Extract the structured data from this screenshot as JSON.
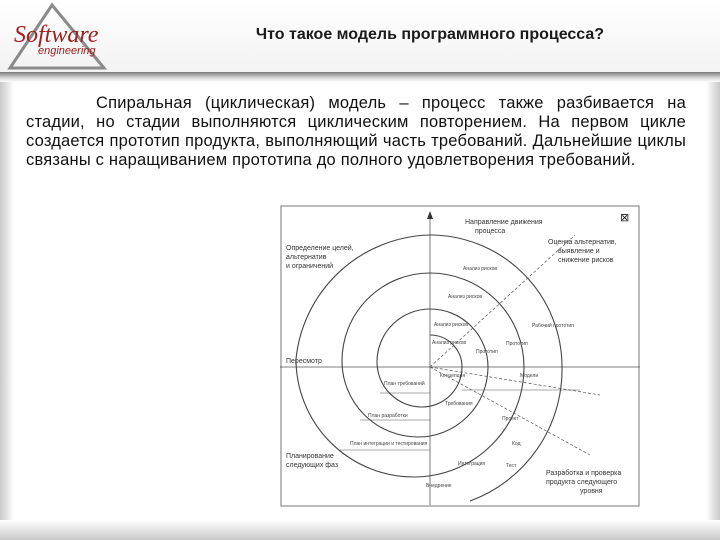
{
  "logo": {
    "word1": "Software",
    "word2": "engineering"
  },
  "title": "Что такое модель программного процесса?",
  "paragraph": "Спиральная (циклическая) модель – процесс также разбивается на стадии, но стадии выполняются циклическим повторением. На первом цикле создается прототип продукта, выполняющий часть требований. Дальнейшие циклы связаны с наращиванием прототипа до полного удовлетворения требований.",
  "diagram": {
    "direction": [
      "Направление движения",
      "процесса"
    ],
    "q_top_left": [
      "Определение целей,",
      "альтернатив",
      "и ограничений"
    ],
    "q_top_right": [
      "Оценка альтернатив,",
      "выявление и",
      "снижение рисков"
    ],
    "q_bottom_left": [
      "Планирование",
      "следующих фаз"
    ],
    "q_bottom_right": [
      "Разработка и проверка",
      "продукта следующего",
      "уровня"
    ],
    "review": "Пересмотр",
    "model_label": "Модели",
    "risk_analysis": [
      "Анализ рисков",
      "Анализ рисков",
      "Анализ рисков",
      "Анализ рисков"
    ],
    "prototypes": [
      "Прототип",
      "Прототип",
      "Прототип",
      "Рабочий прототип"
    ],
    "inner_labels": [
      "Концепция",
      "Требования",
      "Проект",
      "Код",
      "Тест",
      "Внедрение",
      "Интеграция",
      "План требований",
      "План разработки",
      "План интеграции и тестирования"
    ],
    "close_icon": "⊠"
  }
}
